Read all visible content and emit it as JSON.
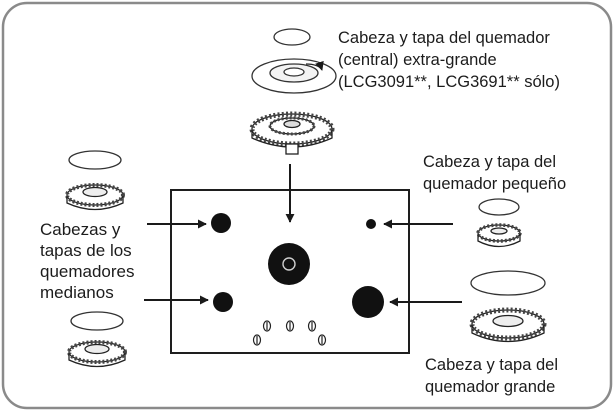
{
  "labels": {
    "center_burner": {
      "lines": [
        "Cabeza y tapa del quemador",
        "(central) extra-grande",
        "(LCG3091**, LCG3691** sólo)"
      ]
    },
    "small_burner": {
      "lines": [
        "Cabeza y tapa del",
        "quemador pequeño"
      ]
    },
    "medium_burners": {
      "lines": [
        "Cabezas y",
        "tapas de los",
        "quemadores",
        "medianos"
      ]
    },
    "large_burner": {
      "lines": [
        "Cabeza y tapa del",
        "quemador grande"
      ]
    }
  }
}
